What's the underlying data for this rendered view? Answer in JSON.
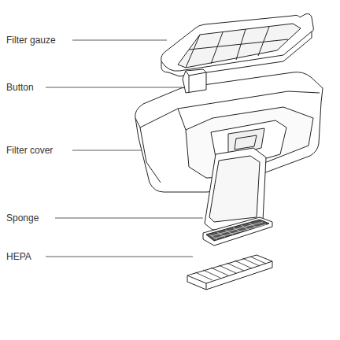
{
  "diagram": {
    "labels": [
      "Filter gauze",
      "Button",
      "Filter cover",
      "Sponge",
      "HEPA"
    ]
  }
}
